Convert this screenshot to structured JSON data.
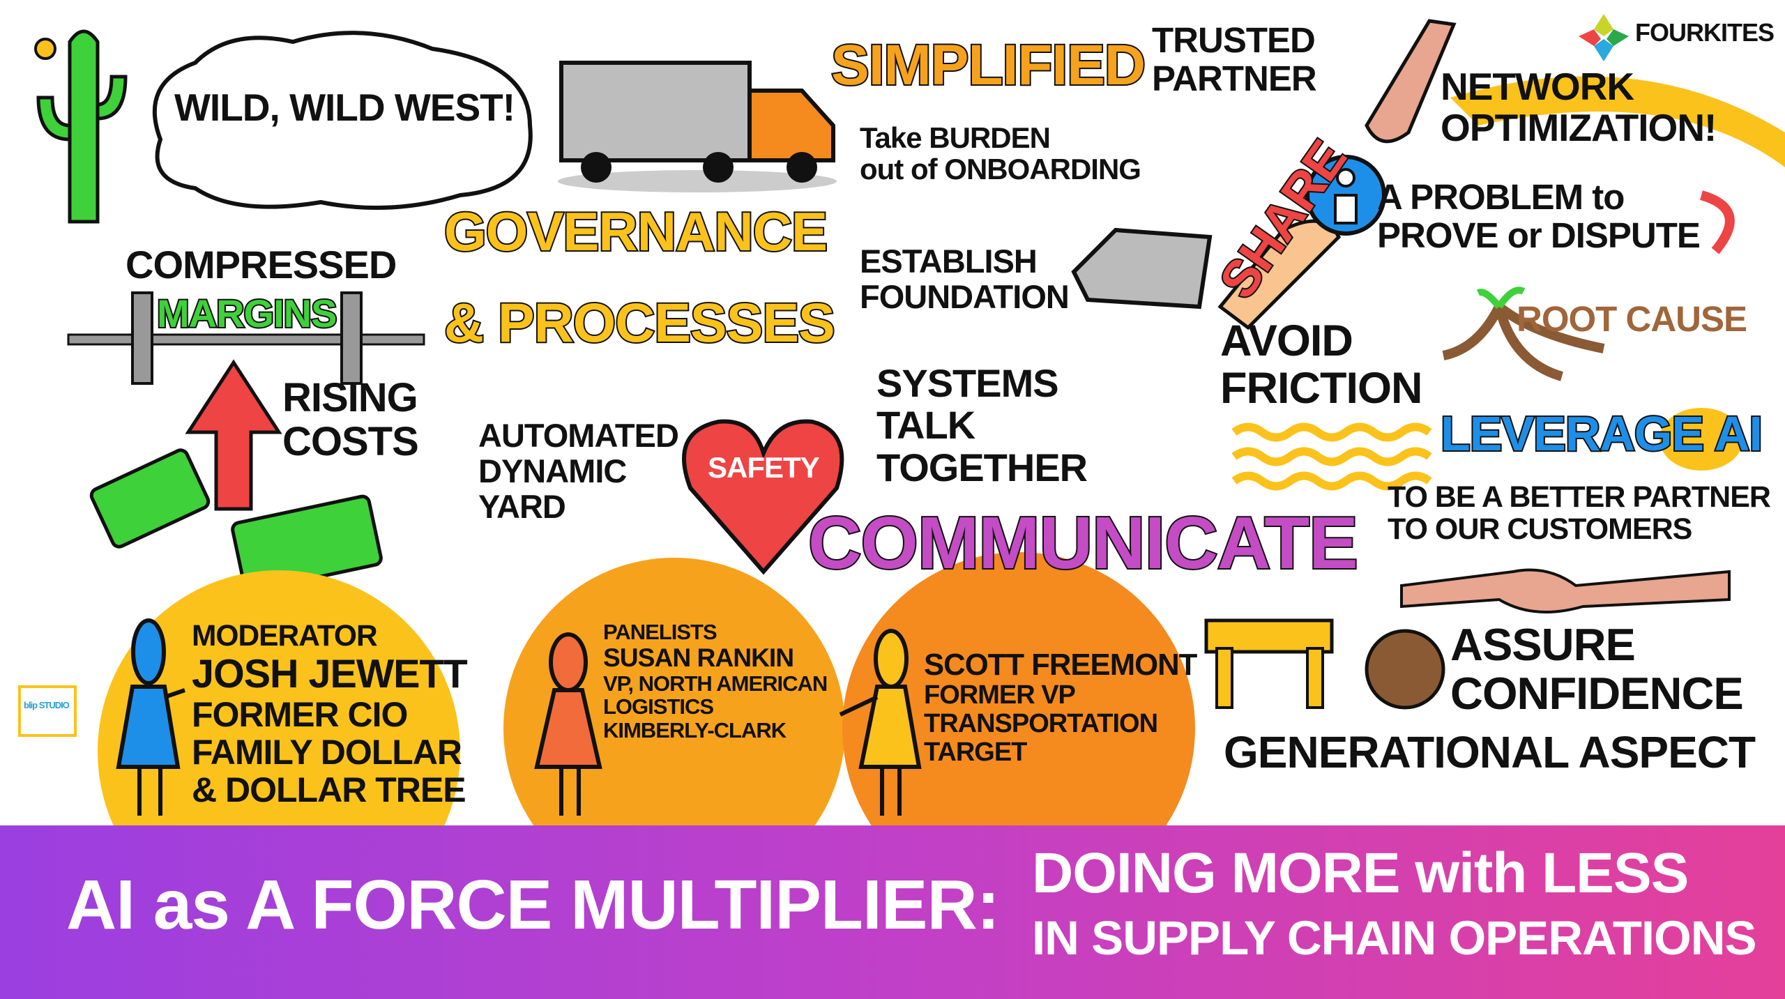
{
  "logo": {
    "brand": "FOURKITES",
    "studio": "blip STUDIO"
  },
  "wild_west": "WILD, WILD WEST!",
  "simplified": {
    "title": "SIMPLIFIED",
    "line1": "Take BURDEN",
    "line2": "out of ONBOARDING"
  },
  "trusted_partner": {
    "line1": "TRUSTED",
    "line2": "PARTNER"
  },
  "share": "SHARE",
  "network": {
    "line1": "NETWORK",
    "line2": "OPTIMIZATION!"
  },
  "problem": {
    "line1": "A PROBLEM to",
    "line2": "PROVE or DISPUTE"
  },
  "root_cause": "ROOT CAUSE",
  "governance": {
    "line1": "GOVERNANCE",
    "line2": "& PROCESSES"
  },
  "foundation": {
    "line1": "ESTABLISH",
    "line2": "FOUNDATION"
  },
  "margins": {
    "top": "COMPRESSED",
    "word": "MARGINS",
    "line1": "RISING",
    "line2": "COSTS"
  },
  "yard": {
    "line1": "AUTOMATED",
    "line2": "DYNAMIC",
    "line3": "YARD"
  },
  "safety": "SAFETY",
  "systems": {
    "line1": "SYSTEMS",
    "line2": "TALK",
    "line3": "TOGETHER"
  },
  "communicate": "COMMUNICATE",
  "friction": {
    "line1": "AVOID",
    "line2": "FRICTION"
  },
  "leverage": {
    "title": "LEVERAGE AI",
    "line1": "TO BE A BETTER PARTNER",
    "line2": "TO OUR CUSTOMERS"
  },
  "assure": {
    "line1": "ASSURE",
    "line2": "CONFIDENCE"
  },
  "generational": "GENERATIONAL ASPECT",
  "moderator": {
    "role": "MODERATOR",
    "name": "JOSH JEWETT",
    "line1": "FORMER CIO",
    "line2": "FAMILY DOLLAR",
    "line3": "& DOLLAR TREE"
  },
  "panelists": {
    "label": "PANELISTS",
    "p1_name": "SUSAN RANKIN",
    "p1_line1": "VP, NORTH AMERICAN",
    "p1_line2": "LOGISTICS",
    "p1_line3": "KIMBERLY-CLARK",
    "p2_name": "SCOTT FREEMONT",
    "p2_line1": "FORMER VP",
    "p2_line2": "TRANSPORTATION",
    "p2_line3": "TARGET"
  },
  "banner": {
    "left": "AI as A FORCE MULTIPLIER:",
    "right1": "DOING MORE with LESS",
    "right2": "IN SUPPLY CHAIN OPERATIONS"
  },
  "colors": {
    "yellow": "#fbc21b",
    "orange": "#f7a21c",
    "dark_orange": "#f58a1f",
    "green": "#3ed13a",
    "red": "#ee4444",
    "purple": "#c44cc4",
    "blue": "#1e8fe8",
    "brown": "#a0653a"
  }
}
